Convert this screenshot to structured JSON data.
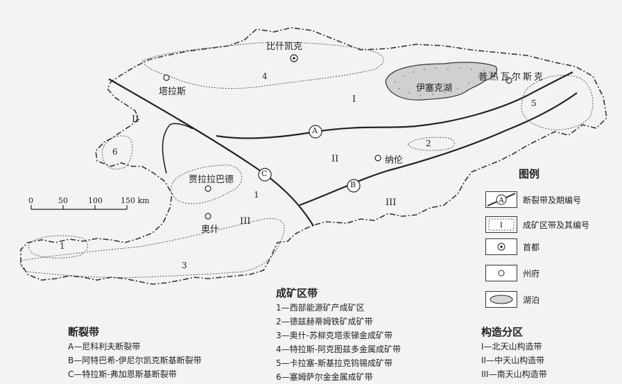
{
  "places": {
    "bishkek": "比什凯克",
    "talas": "塔拉斯",
    "issyk_kul": "伊塞克湖",
    "karakol": "普热瓦尔斯克",
    "naryn": "纳伦",
    "jalal_abad": "贾拉拉巴德",
    "osh": "奥什"
  },
  "zones": {
    "I": "I",
    "II": "II",
    "III": "III"
  },
  "belts": [
    "1",
    "2",
    "3",
    "4",
    "5",
    "6"
  ],
  "faults": [
    "A",
    "B",
    "C"
  ],
  "scale": {
    "ticks": [
      "0",
      "50",
      "100",
      "150 km"
    ]
  },
  "legend": {
    "title": "图例",
    "items": [
      {
        "symbol": "A",
        "label": "断裂带及期编号"
      },
      {
        "symbol": "I",
        "label": "成矿区带及其编号"
      },
      {
        "symbol": "capital",
        "label": "首都"
      },
      {
        "symbol": "state",
        "label": "州府"
      },
      {
        "symbol": "lake",
        "label": "湖泊"
      }
    ]
  },
  "faults_block": {
    "title": "断裂带",
    "lines": [
      "A—尼科利夫断裂带",
      "B—阿特巴希-伊尼尔凯克斯基断裂带",
      "C—特拉斯-弗加恩斯基断裂带"
    ]
  },
  "belts_block": {
    "title": "成矿区带",
    "lines": [
      "1—西部能源矿产成矿区",
      "2—德兹赫蒂姆铁矿成矿带",
      "3—奥什-苏柳克塔汞锑金成矿带",
      "4—特拉斯-阿克图兹多金属成矿带",
      "5—卡拉塞-斯基拉克钨锡成矿带",
      "6—塞姆萨尔金金属成矿带"
    ]
  },
  "tectonics_block": {
    "title": "构造分区",
    "lines": [
      "I—北天山构造带",
      "II—中天山构造带",
      "III—南天山构造带"
    ]
  }
}
